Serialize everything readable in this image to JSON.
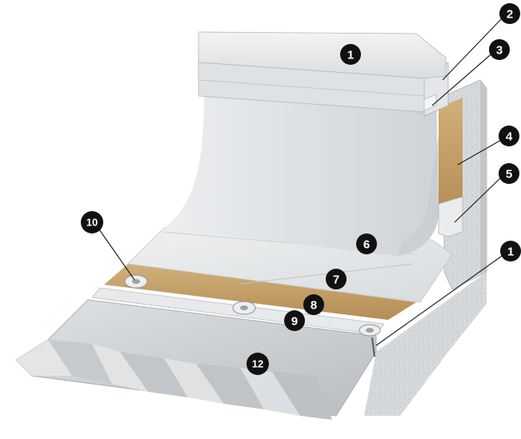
{
  "colors": {
    "background": "#ffffff",
    "membrane": "#e6e8ea",
    "membrane_shadow": "#c9cdd1",
    "insulation": "#c8a46a",
    "deck": "#cfd2d5",
    "deck_shadow": "#9ea3a8",
    "callout": "#111111"
  },
  "callouts": [
    {
      "id": "c1-top",
      "label": "1"
    },
    {
      "id": "c2",
      "label": "2"
    },
    {
      "id": "c3",
      "label": "3"
    },
    {
      "id": "c4",
      "label": "4"
    },
    {
      "id": "c5",
      "label": "5"
    },
    {
      "id": "c1-right",
      "label": "1"
    },
    {
      "id": "c6",
      "label": "6"
    },
    {
      "id": "c7",
      "label": "7"
    },
    {
      "id": "c8",
      "label": "8"
    },
    {
      "id": "c9",
      "label": "9"
    },
    {
      "id": "c10",
      "label": "10"
    },
    {
      "id": "c12",
      "label": "12"
    }
  ]
}
